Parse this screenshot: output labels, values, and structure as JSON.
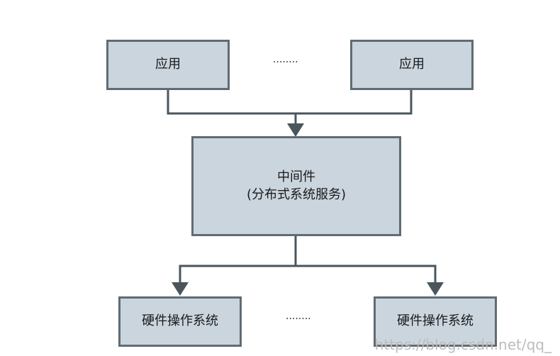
{
  "top_row": {
    "app_left": "应用",
    "ellipsis": "········",
    "app_right": "应用"
  },
  "middleware": {
    "title": "中间件",
    "subtitle": "(分布式系统服务)"
  },
  "bottom_row": {
    "os_left": "硬件操作系统",
    "ellipsis": "········",
    "os_right": "硬件操作系统"
  },
  "watermark": "https://blog.csdn.net/qq_",
  "colors": {
    "box_fill": "#cbd5de",
    "box_border": "#5f6c73",
    "connector": "#4a565c",
    "watermark": "#bcbcbc"
  }
}
